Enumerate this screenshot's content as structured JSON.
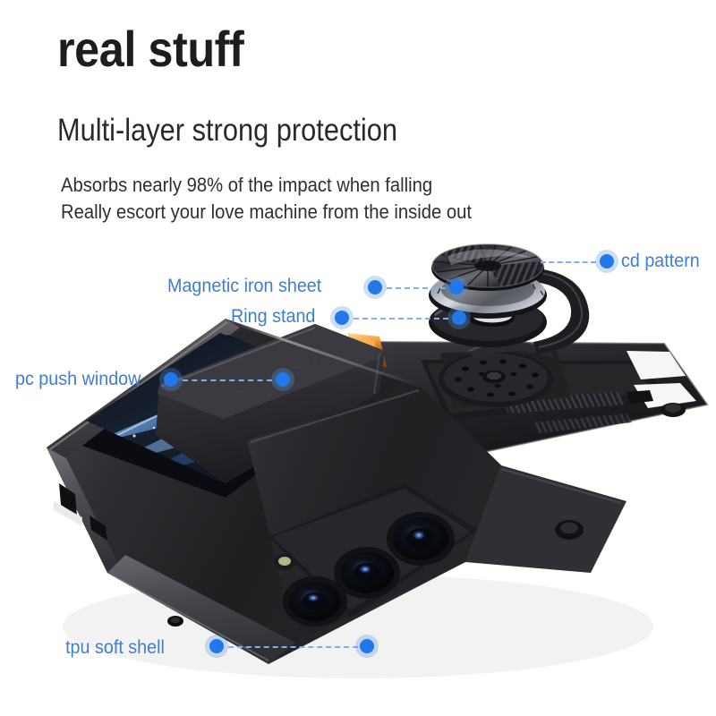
{
  "header": {
    "headline": "real stuff",
    "subhead": "Multi-layer strong protection",
    "body_line_1": "Absorbs nearly 98% of the impact when falling",
    "body_line_2": "Really escort your love machine from the inside out"
  },
  "accent": {
    "label_blue": "#3d7fd4",
    "dot_core": "#2278e8",
    "dot_halo": "rgba(86,150,228,0.30)",
    "dash_line": "#7fb0ea",
    "headline_color": "#1d1d1f",
    "background": "#ffffff"
  },
  "callouts": [
    {
      "id": "cd-pattern",
      "label": "cd pattern",
      "side": "right"
    },
    {
      "id": "magnetic-iron-sheet",
      "label": "Magnetic iron sheet",
      "side": "left"
    },
    {
      "id": "ring-stand",
      "label": "Ring stand",
      "side": "left"
    },
    {
      "id": "pc-push-window",
      "label": "pc push window",
      "side": "left"
    },
    {
      "id": "tpu-soft-shell",
      "label": "tpu soft shell",
      "side": "left"
    }
  ],
  "product": {
    "type": "rugged phone case with ring stand",
    "parts": [
      "cd-pattern disc",
      "magnetic iron sheet",
      "finger ring stand",
      "pc push camera window",
      "tpu soft shell",
      "triple camera lenses"
    ]
  }
}
